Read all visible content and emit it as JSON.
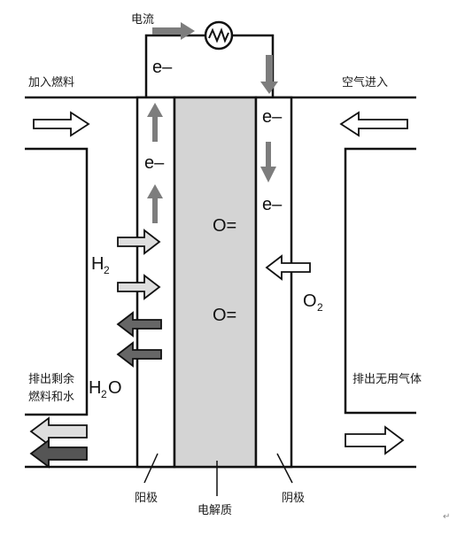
{
  "labels": {
    "current": "电流",
    "fuel_in": "加入燃料",
    "air_in": "空气进入",
    "exhaust_left_line1": "排出剩余",
    "exhaust_left_line2": "燃料和水",
    "exhaust_right": "排出无用气体",
    "anode": "阳极",
    "electrolyte": "电解质",
    "cathode": "阴极",
    "electron": "e–",
    "oxide_ion": "O=",
    "h2_main": "H",
    "h2_sub": "2",
    "o2_main": "O",
    "o2_sub": "2",
    "h2o_h": "H",
    "h2o_sub": "2",
    "h2o_o": "O",
    "return_mark": "↵"
  },
  "colors": {
    "electrolyte_fill": "#d4d4d4",
    "arrow_gray": "#7d7d7d",
    "arrow_dark": "#555555",
    "arrow_light": "#dedede",
    "line": "#111111"
  }
}
